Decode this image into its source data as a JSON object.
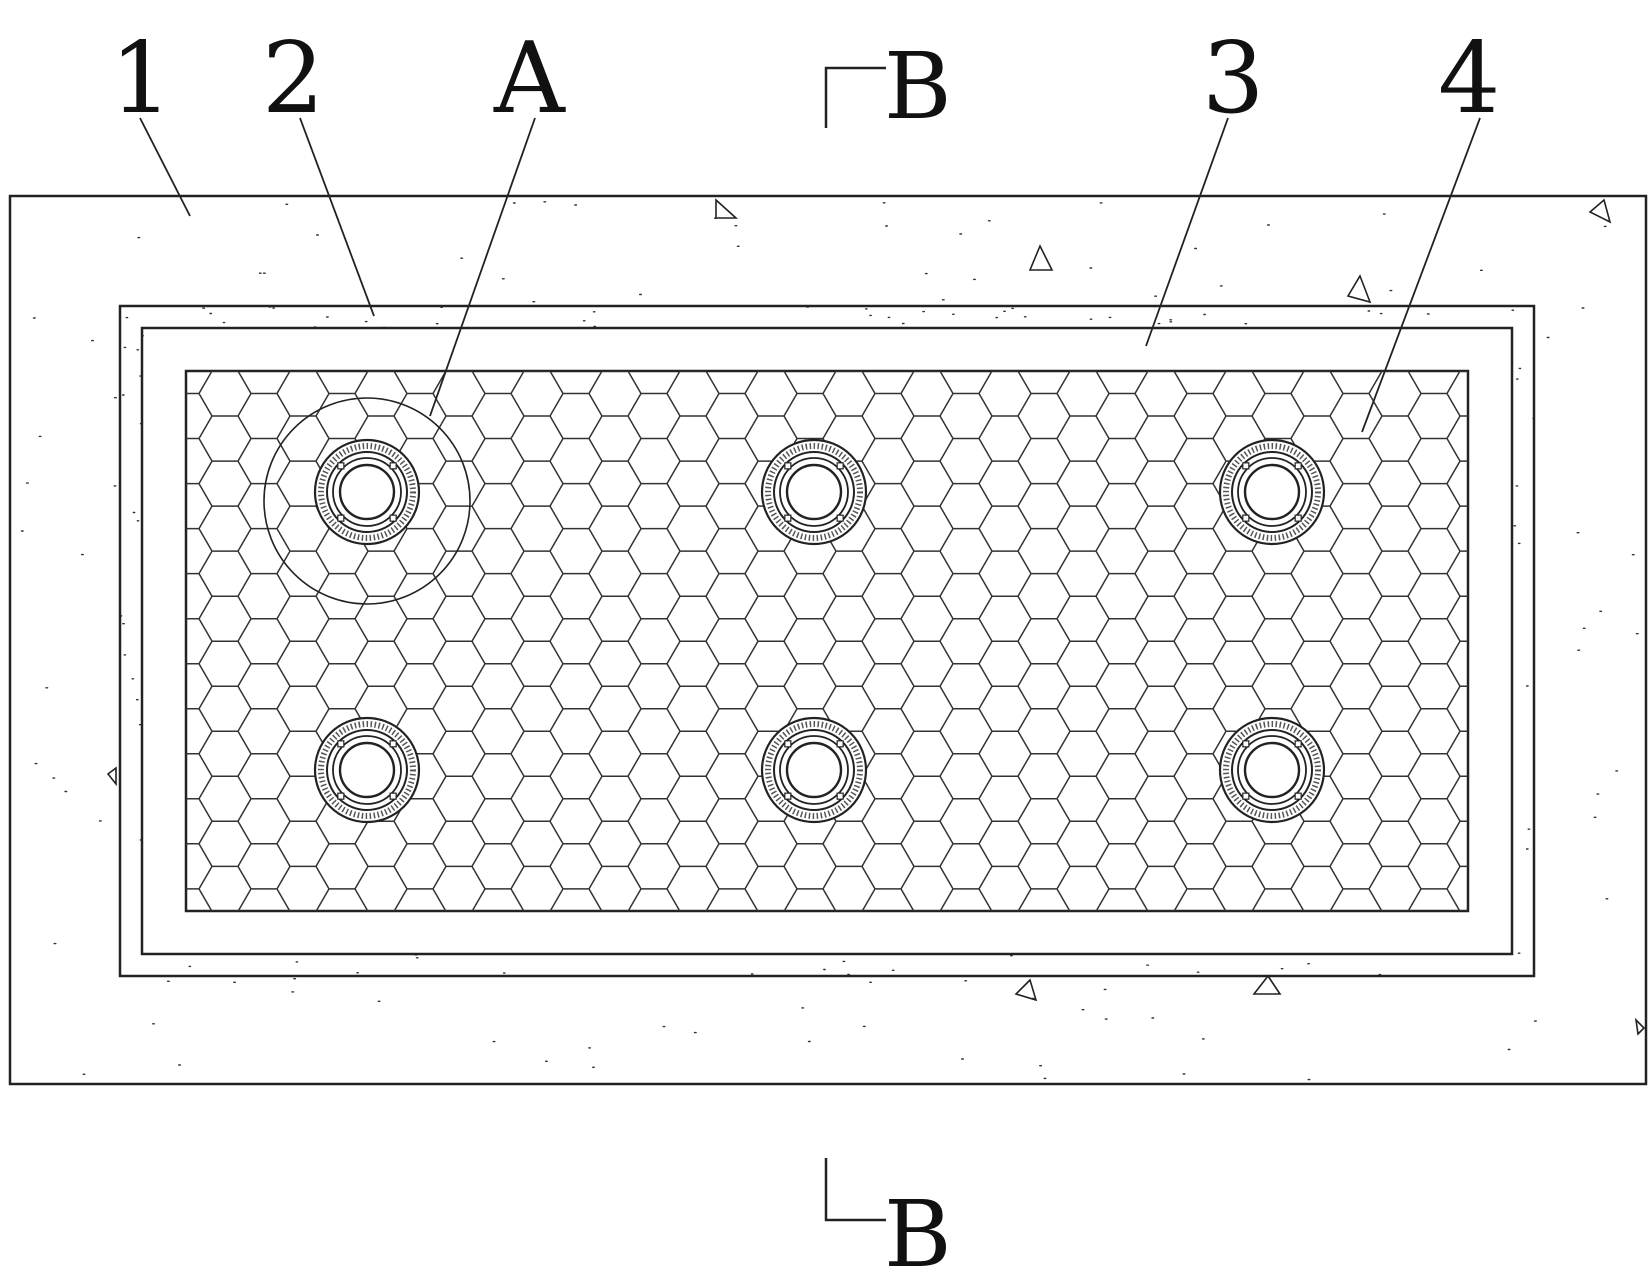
{
  "figure": {
    "reference_labels": [
      {
        "id": "label-1",
        "text": "1"
      },
      {
        "id": "label-2",
        "text": "2"
      },
      {
        "id": "label-A",
        "text": "A"
      },
      {
        "id": "label-3",
        "text": "3"
      },
      {
        "id": "label-4",
        "text": "4"
      }
    ],
    "section_marker_top": "B",
    "section_marker_bottom": "B",
    "connector_count": 6,
    "pattern": "hexagonal-mesh"
  }
}
